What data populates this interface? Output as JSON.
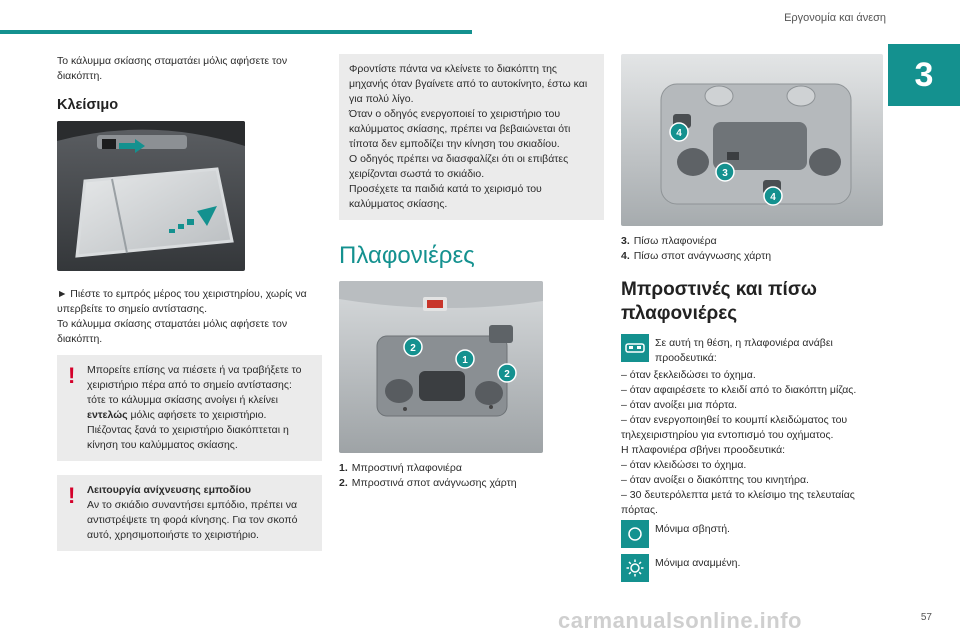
{
  "header": {
    "title": "Εργονομία και άνεση",
    "chapter": "3"
  },
  "col1": {
    "intro": "Το κάλυμμα σκίασης σταματάει μόλις αφήσετε τον διακόπτη.",
    "closing_heading": "Κλείσιμο",
    "step": "► Πιέστε το εμπρός μέρος του χειριστηρίου, χωρίς να υπερβείτε το σημείο αντίστασης.",
    "step_after": "Το κάλυμμα σκίασης σταματάει μόλις αφήσετε τον διακόπτη.",
    "note1_lines": [
      "Μπορείτε επίσης να πιέσετε ή να τραβήξετε το χειριστήριο πέρα από το σημείο αντίστασης:",
      "Πιέζοντας ξανά το χειριστήριο διακόπτεται η κίνηση του καλύμματος σκίασης."
    ],
    "note1_mid_prefix": "τότε το κάλυμμα σκίασης ανοίγει ή κλείνει ",
    "note1_mid_bold": "εντελώς",
    "note1_mid_suffix": " μόλις αφήσετε το χειριστήριο.",
    "note2_title": "Λειτουργία ανίχνευσης εμποδίου",
    "note2_text": "Αν το σκιάδιο συναντήσει εμπόδιο, πρέπει να αντιστρέψετε τη φορά κίνησης. Για τον σκοπό αυτό, χρησιμοποιήστε το χειριστήριο."
  },
  "col2": {
    "note_lines": [
      "Φροντίστε πάντα να κλείνετε το διακόπτη της μηχανής όταν βγαίνετε από το αυτοκίνητο, έστω και για πολύ λίγο.",
      "Όταν ο οδηγός ενεργοποιεί το χειριστήριο του καλύμματος σκίασης, πρέπει να βεβαιώνεται ότι τίποτα δεν εμποδίζει την κίνηση του σκιαδίου.",
      "Ο οδηγός πρέπει να διασφαλίζει ότι οι επιβάτες χειρίζονται σωστά το σκιάδιο.",
      "Προσέχετε τα παιδιά κατά το χειρισμό του καλύμματος σκίασης."
    ],
    "section_title": "Πλαφονιέρες",
    "badges": [
      "1",
      "2",
      "2"
    ],
    "captions": [
      {
        "n": "1.",
        "text": "Μπροστινή πλαφονιέρα"
      },
      {
        "n": "2.",
        "text": "Μπροστινά σποτ ανάγνωσης χάρτη"
      }
    ]
  },
  "col3": {
    "badges": [
      "3",
      "4",
      "4"
    ],
    "captions": [
      {
        "n": "3.",
        "text": "Πίσω πλαφονιέρα"
      },
      {
        "n": "4.",
        "text": "Πίσω σποτ ανάγνωσης χάρτη"
      }
    ],
    "big_title": "Μπροστινές και πίσω πλαφονιέρες",
    "icon_text": "Σε αυτή τη θέση, η πλαφονιέρα ανάβει προοδευτικά:",
    "list_on": [
      "– όταν ξεκλειδώσει το όχημα.",
      "– όταν αφαιρέσετε το κλειδί από το διακόπτη μίζας.",
      "– όταν ανοίξει μια πόρτα.",
      "– όταν ενεργοποιηθεί το κουμπί κλειδώματος του τηλεχειριστηρίου για εντοπισμό του οχήματος."
    ],
    "off_intro": "Η πλαφονιέρα σβήνει προοδευτικά:",
    "list_off": [
      "– όταν κλειδώσει το όχημα.",
      "– όταν ανοίξει ο διακόπτης του κινητήρα.",
      "– 30 δευτερόλεπτα μετά το κλείσιμο της τελευταίας πόρτας."
    ],
    "perm_off": "Μόνιμα σβηστή.",
    "perm_on": "Μόνιμα αναμμένη.",
    "icons": [
      "car-door-icon",
      "circle-off-icon",
      "light-on-icon"
    ]
  },
  "footer": {
    "page": "57",
    "watermark": "carmanualsonline.info"
  },
  "colors": {
    "accent": "#14918f",
    "warning": "#d4002a",
    "note_bg": "#ebebeb"
  }
}
